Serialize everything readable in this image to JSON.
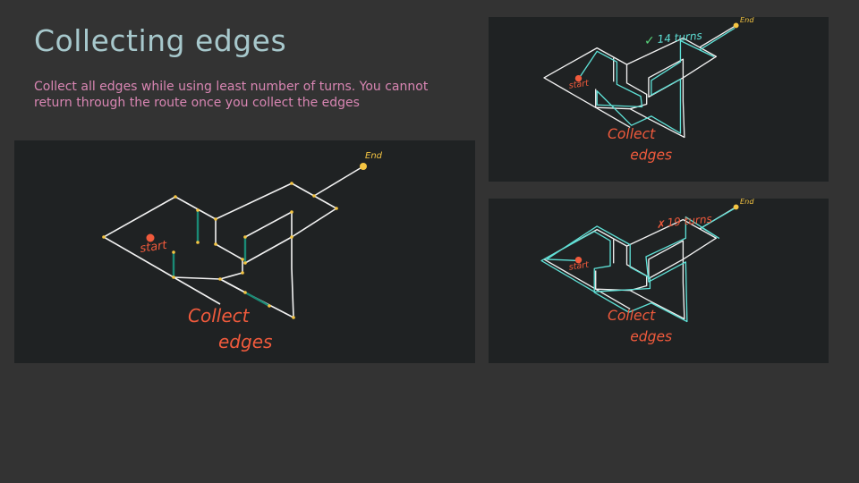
{
  "slide": {
    "title": "Collecting edges",
    "subtitle": "Collect all edges while using least number of turns. You cannot return through the route once you collect the edges"
  },
  "diagram": {
    "start_label": "start",
    "end_label": "End",
    "collect_label_1": "Collect",
    "collect_label_2": "edges",
    "colors": {
      "edge": "#f2f2f2",
      "vertex": "#f5c542",
      "start": "#f05a3c",
      "collected_edge": "#1a8a75",
      "route": "#5ee0d6",
      "annotation_red": "#f05a3c",
      "annotation_green": "#58d37a"
    }
  },
  "solutions": {
    "good": {
      "result_label": "14 turns",
      "mark": "✓"
    },
    "bad": {
      "result_label": "19 turns",
      "mark": "✗"
    }
  }
}
